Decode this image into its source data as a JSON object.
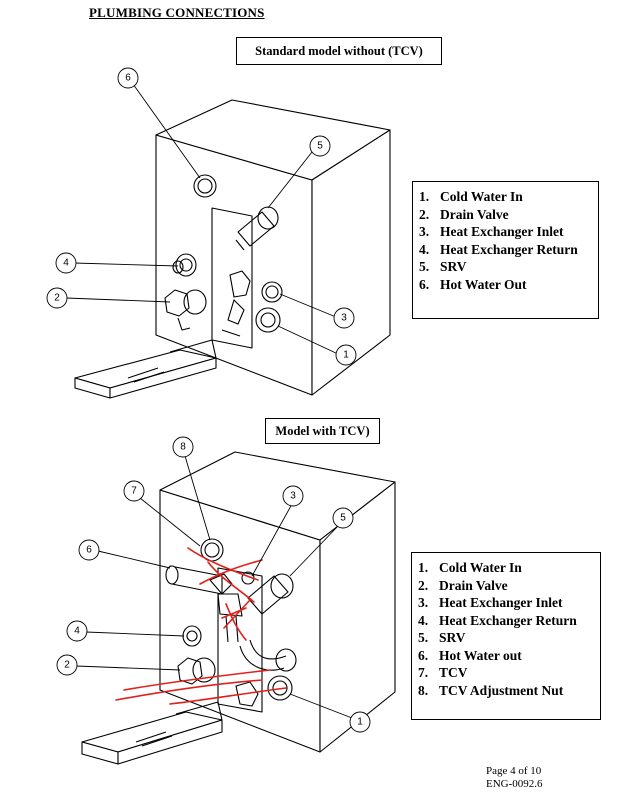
{
  "heading": "PLUMBING CONNECTIONS",
  "diagram1": {
    "caption": "Standard model without (TCV)",
    "callouts": [
      "6",
      "5",
      "4",
      "2",
      "3",
      "1"
    ],
    "legend": [
      {
        "num": "1.",
        "text": "Cold Water In"
      },
      {
        "num": "2.",
        "text": "Drain Valve"
      },
      {
        "num": "3.",
        "text": "Heat Exchanger Inlet"
      },
      {
        "num": "4.",
        "text": "Heat Exchanger Return"
      },
      {
        "num": "5.",
        "text": "SRV"
      },
      {
        "num": "6.",
        "text": "Hot Water Out"
      }
    ]
  },
  "diagram2": {
    "caption": "Model with TCV)",
    "callouts": [
      "8",
      "7",
      "3",
      "5",
      "6",
      "4",
      "2",
      "1"
    ],
    "legend": [
      {
        "num": "1.",
        "text": "Cold Water In"
      },
      {
        "num": "2.",
        "text": "Drain Valve"
      },
      {
        "num": "3.",
        "text": "Heat Exchanger Inlet"
      },
      {
        "num": "4.",
        "text": "Heat Exchanger Return"
      },
      {
        "num": "5.",
        "text": "SRV"
      },
      {
        "num": "6.",
        "text": "Hot Water out"
      },
      {
        "num": "7.",
        "text": "TCV"
      },
      {
        "num": "8.",
        "text": "TCV Adjustment Nut"
      }
    ]
  },
  "footer": {
    "page": "Page 4 of 10",
    "doc_id": "ENG-0092.6"
  },
  "colors": {
    "ink": "#000000",
    "markup_red": "#e0201b"
  }
}
